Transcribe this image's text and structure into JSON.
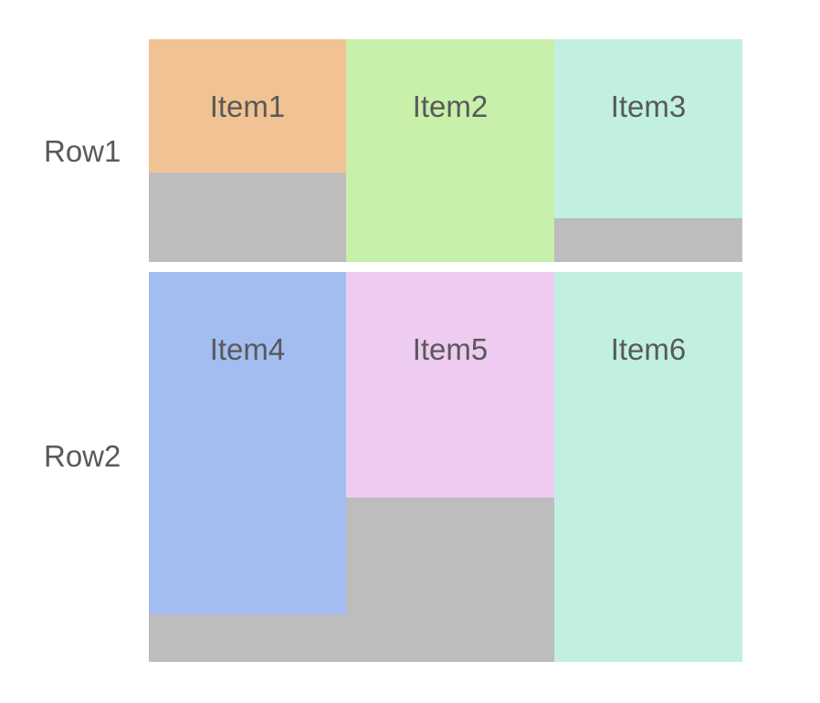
{
  "canvas": {
    "background": "#ffffff"
  },
  "colors": {
    "row_background": "#bdbdbd",
    "label_text": "#595959",
    "row_gap": "#ffffff"
  },
  "rows": [
    {
      "label": "Row1",
      "items": [
        {
          "label": "Item1",
          "color": "#f1c394"
        },
        {
          "label": "Item2",
          "color": "#c9f0aa"
        },
        {
          "label": "Item3",
          "color": "#c1f0e3"
        }
      ]
    },
    {
      "label": "Row2",
      "items": [
        {
          "label": "Item4",
          "color": "#a3bdf0"
        },
        {
          "label": "Item5",
          "color": "#eeccf2"
        },
        {
          "label": "Item6",
          "color": "#c1f0e3"
        }
      ]
    }
  ]
}
